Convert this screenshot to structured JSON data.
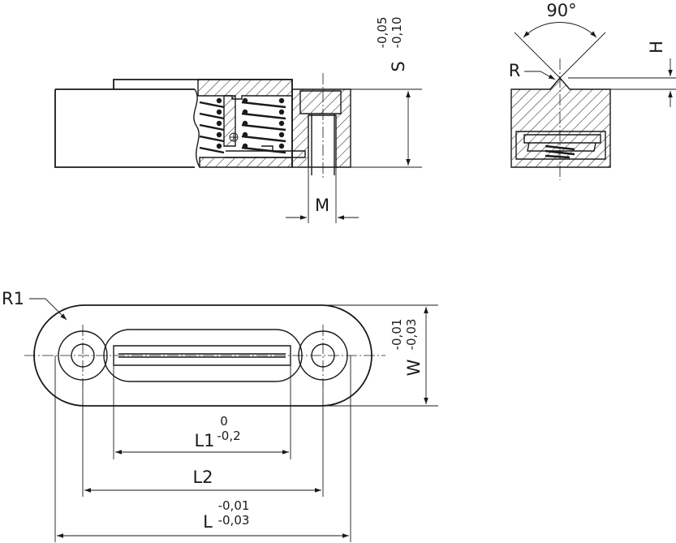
{
  "labels": {
    "s": "S",
    "s_tol_upper": "-0,05",
    "s_tol_lower": "-0,10",
    "m": "M",
    "angle": "90°",
    "h": "H",
    "r": "R",
    "r1": "R1",
    "w": "W",
    "w_tol_upper": "-0,01",
    "w_tol_lower": "-0,03",
    "l1": "L1",
    "l1_tol_upper": "0",
    "l1_tol_lower": "-0,2",
    "l2": "L2",
    "l": "L",
    "l_tol_upper": "-0,01",
    "l_tol_lower": "-0,03"
  }
}
